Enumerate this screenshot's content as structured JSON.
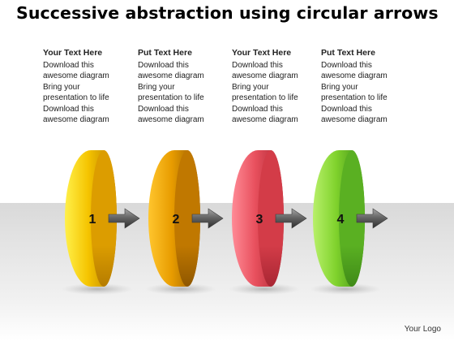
{
  "title": "Successive abstraction using circular arrows",
  "columns": [
    {
      "heading": "Your Text Here",
      "lines": [
        "Download this",
        "awesome diagram",
        "Bring your",
        "presentation to life",
        "Download this",
        "awesome diagram"
      ]
    },
    {
      "heading": "Put Text Here",
      "lines": [
        "Download this",
        "awesome diagram",
        "Bring your",
        "presentation to life",
        "Download this",
        "awesome diagram"
      ]
    },
    {
      "heading": "Your Text Here",
      "lines": [
        "Download this",
        "awesome diagram",
        "Bring your",
        "presentation to life",
        "Download this",
        "awesome diagram"
      ]
    },
    {
      "heading": "Put Text Here",
      "lines": [
        "Download this",
        "awesome diagram",
        "Bring your",
        "presentation to life",
        "Download this",
        "awesome diagram"
      ]
    }
  ],
  "discs": [
    {
      "number": "1",
      "colors": {
        "light": "#fff04a",
        "mid": "#f5c400",
        "face": "#dc9d00",
        "dark": "#b57c00"
      }
    },
    {
      "number": "2",
      "colors": {
        "light": "#ffc62e",
        "mid": "#e89c00",
        "face": "#c07800",
        "dark": "#8f5700"
      }
    },
    {
      "number": "3",
      "colors": {
        "light": "#ff8a96",
        "mid": "#e8505d",
        "face": "#d33c48",
        "dark": "#a82633"
      }
    },
    {
      "number": "4",
      "colors": {
        "light": "#b8f06a",
        "mid": "#7fd22c",
        "face": "#5ab022",
        "dark": "#3f8a18"
      }
    }
  ],
  "arrow_color": "#666666",
  "logo": "Your Logo"
}
